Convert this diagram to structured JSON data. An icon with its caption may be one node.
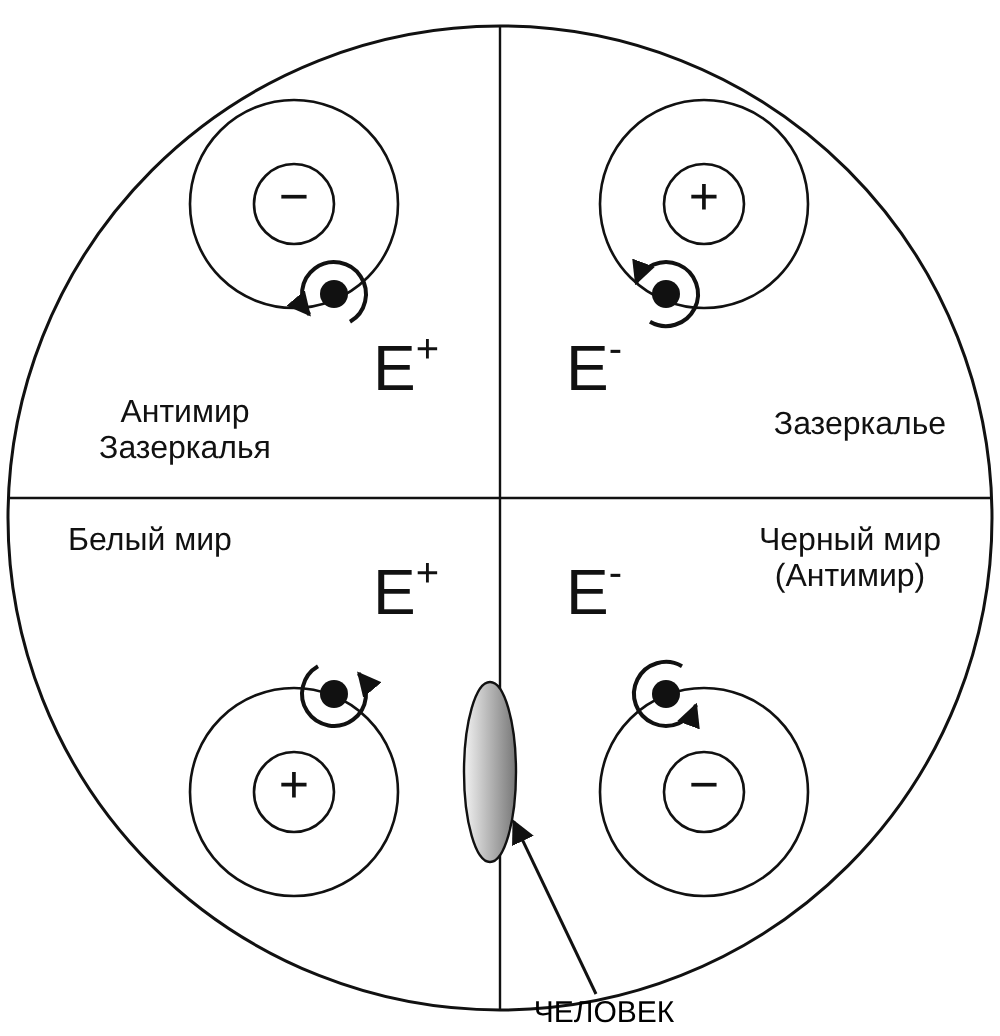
{
  "diagram": {
    "nodes": [
      {
        "text": [],
        "shape": "ellipse"
      },
      {
        "text": [
          "ЧЕЛОВЕК"
        ]
      }
    ],
    "edges": [
      {
        "from": 1,
        "to": 0,
        "arrow": "to"
      }
    ],
    "labels": [
      "−",
      "+",
      "E$^{+}$",
      "E$^{-}$",
      "Антимир Зазеркалья",
      "Зазеркалье",
      "Белый мир",
      "Черный мир (Антимир)",
      "E$^{+}$",
      "E$^{-}$",
      "+",
      "−"
    ]
  }
}
